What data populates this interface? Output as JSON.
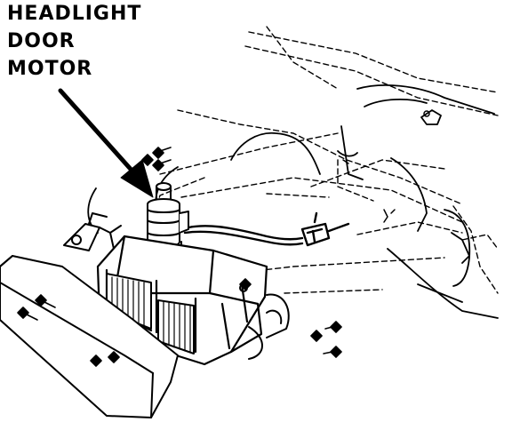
{
  "diagram": {
    "callout": {
      "line1": "HEADLIGHT",
      "line2": "DOOR",
      "line3": "MOTOR"
    }
  }
}
